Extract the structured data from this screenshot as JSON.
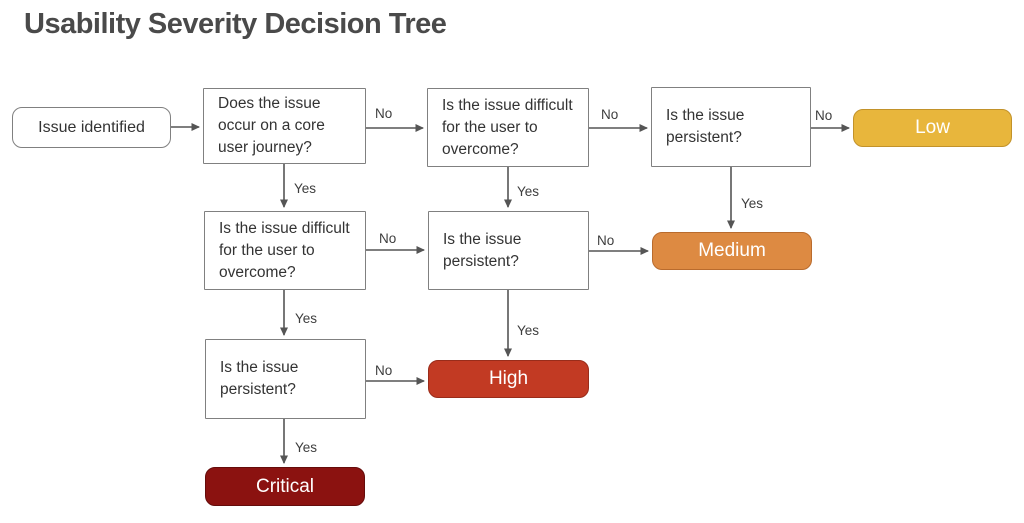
{
  "title": "Usability Severity Decision Tree",
  "colors": {
    "low": "#e8b63c",
    "medium": "#dd8a42",
    "high": "#c23a23",
    "critical": "#8b1210",
    "box_border": "#808080",
    "connector_line": "#555555",
    "title_text": "#4a4a4a",
    "question_text": "#333333",
    "result_text": "#ffffff"
  },
  "nodes": {
    "start": {
      "label": "Issue identified",
      "type": "start"
    },
    "q_core": {
      "label": "Does the issue occur on a core user journey?",
      "type": "question"
    },
    "q_difficult1": {
      "label": "Is the issue difficult for the user to overcome?",
      "type": "question"
    },
    "q_persist1": {
      "label": "Is the issue persistent?",
      "type": "question"
    },
    "q_difficult2": {
      "label": "Is the issue difficult for the user to overcome?",
      "type": "question"
    },
    "q_persist2": {
      "label": "Is the issue persistent?",
      "type": "question"
    },
    "q_persist3": {
      "label": "Is the issue persistent?",
      "type": "question"
    },
    "low": {
      "label": "Low",
      "type": "result"
    },
    "medium": {
      "label": "Medium",
      "type": "result"
    },
    "high": {
      "label": "High",
      "type": "result"
    },
    "critical": {
      "label": "Critical",
      "type": "result"
    }
  },
  "edges": [
    {
      "from": "start",
      "to": "q_core",
      "label": ""
    },
    {
      "from": "q_core",
      "to": "q_difficult1",
      "label": "No"
    },
    {
      "from": "q_difficult1",
      "to": "q_persist1",
      "label": "No"
    },
    {
      "from": "q_persist1",
      "to": "low",
      "label": "No"
    },
    {
      "from": "q_core",
      "to": "q_difficult2",
      "label": "Yes"
    },
    {
      "from": "q_difficult1",
      "to": "q_persist2",
      "label": "Yes"
    },
    {
      "from": "q_persist1",
      "to": "medium",
      "label": "Yes"
    },
    {
      "from": "q_difficult2",
      "to": "q_persist2",
      "label": "No"
    },
    {
      "from": "q_persist2",
      "to": "medium",
      "label": "No"
    },
    {
      "from": "q_difficult2",
      "to": "q_persist3",
      "label": "Yes"
    },
    {
      "from": "q_persist2",
      "to": "high",
      "label": "Yes"
    },
    {
      "from": "q_persist3",
      "to": "high",
      "label": "No"
    },
    {
      "from": "q_persist3",
      "to": "critical",
      "label": "Yes"
    }
  ]
}
